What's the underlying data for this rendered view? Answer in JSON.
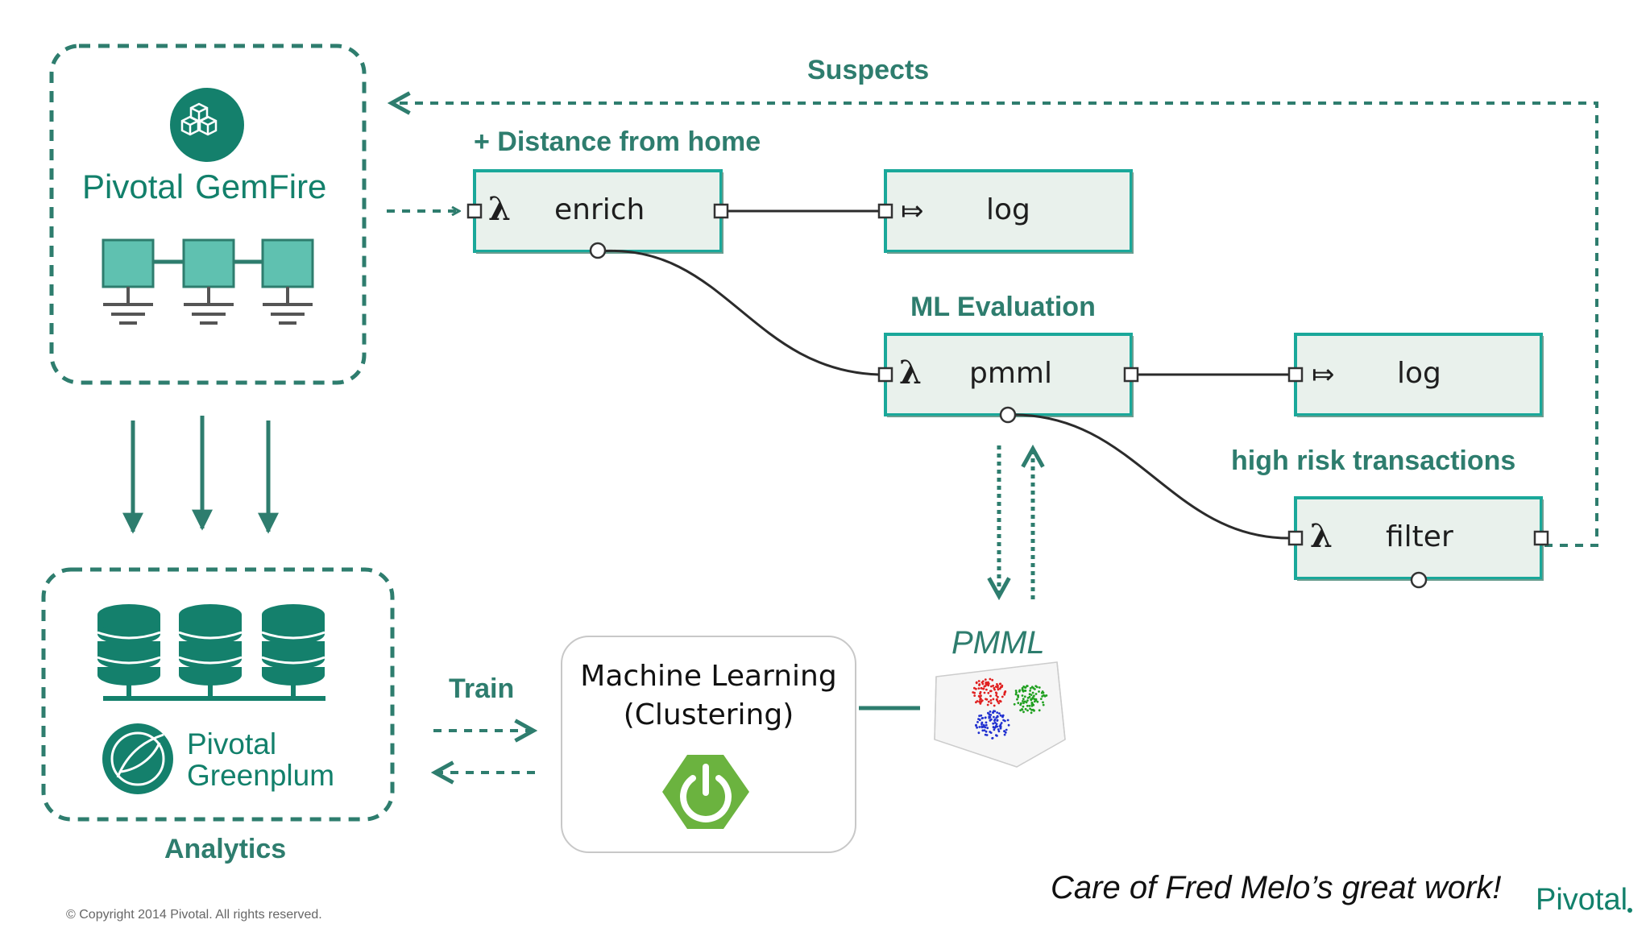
{
  "colors": {
    "accent": "#2e7d6e",
    "brand": "#12806b",
    "node_fill": "#e9f1ec",
    "node_border": "#1aa89a"
  },
  "gemfire": {
    "brand": "Pivotal",
    "product": "GemFire"
  },
  "greenplum": {
    "brand": "Pivotal",
    "product": "Greenplum"
  },
  "labels": {
    "suspects": "Suspects",
    "distance": "+ Distance from home",
    "ml_evaluation": "ML Evaluation",
    "high_risk": "high risk transactions",
    "analytics": "Analytics",
    "train": "Train",
    "pmml": "PMML"
  },
  "nodes": {
    "enrich": {
      "symbol": "λ",
      "name": "enrich"
    },
    "log1": {
      "symbol": "⤇",
      "name": "log"
    },
    "pmml": {
      "symbol": "λ",
      "name": "pmml"
    },
    "log2": {
      "symbol": "⤇",
      "name": "log"
    },
    "filter": {
      "symbol": "λ",
      "name": "filter"
    }
  },
  "ml_box": {
    "line1": "Machine Learning",
    "line2": "(Clustering)"
  },
  "footer": {
    "copyright": "© Copyright 2014 Pivotal. All rights reserved.",
    "credit": "Care of Fred Melo’s great work!",
    "logo": "Pivotal"
  },
  "icons": [
    "cube-icon",
    "server-icon",
    "database-icon",
    "greenplum-leaf-icon",
    "spring-power-icon",
    "cluster-plot-icon"
  ]
}
